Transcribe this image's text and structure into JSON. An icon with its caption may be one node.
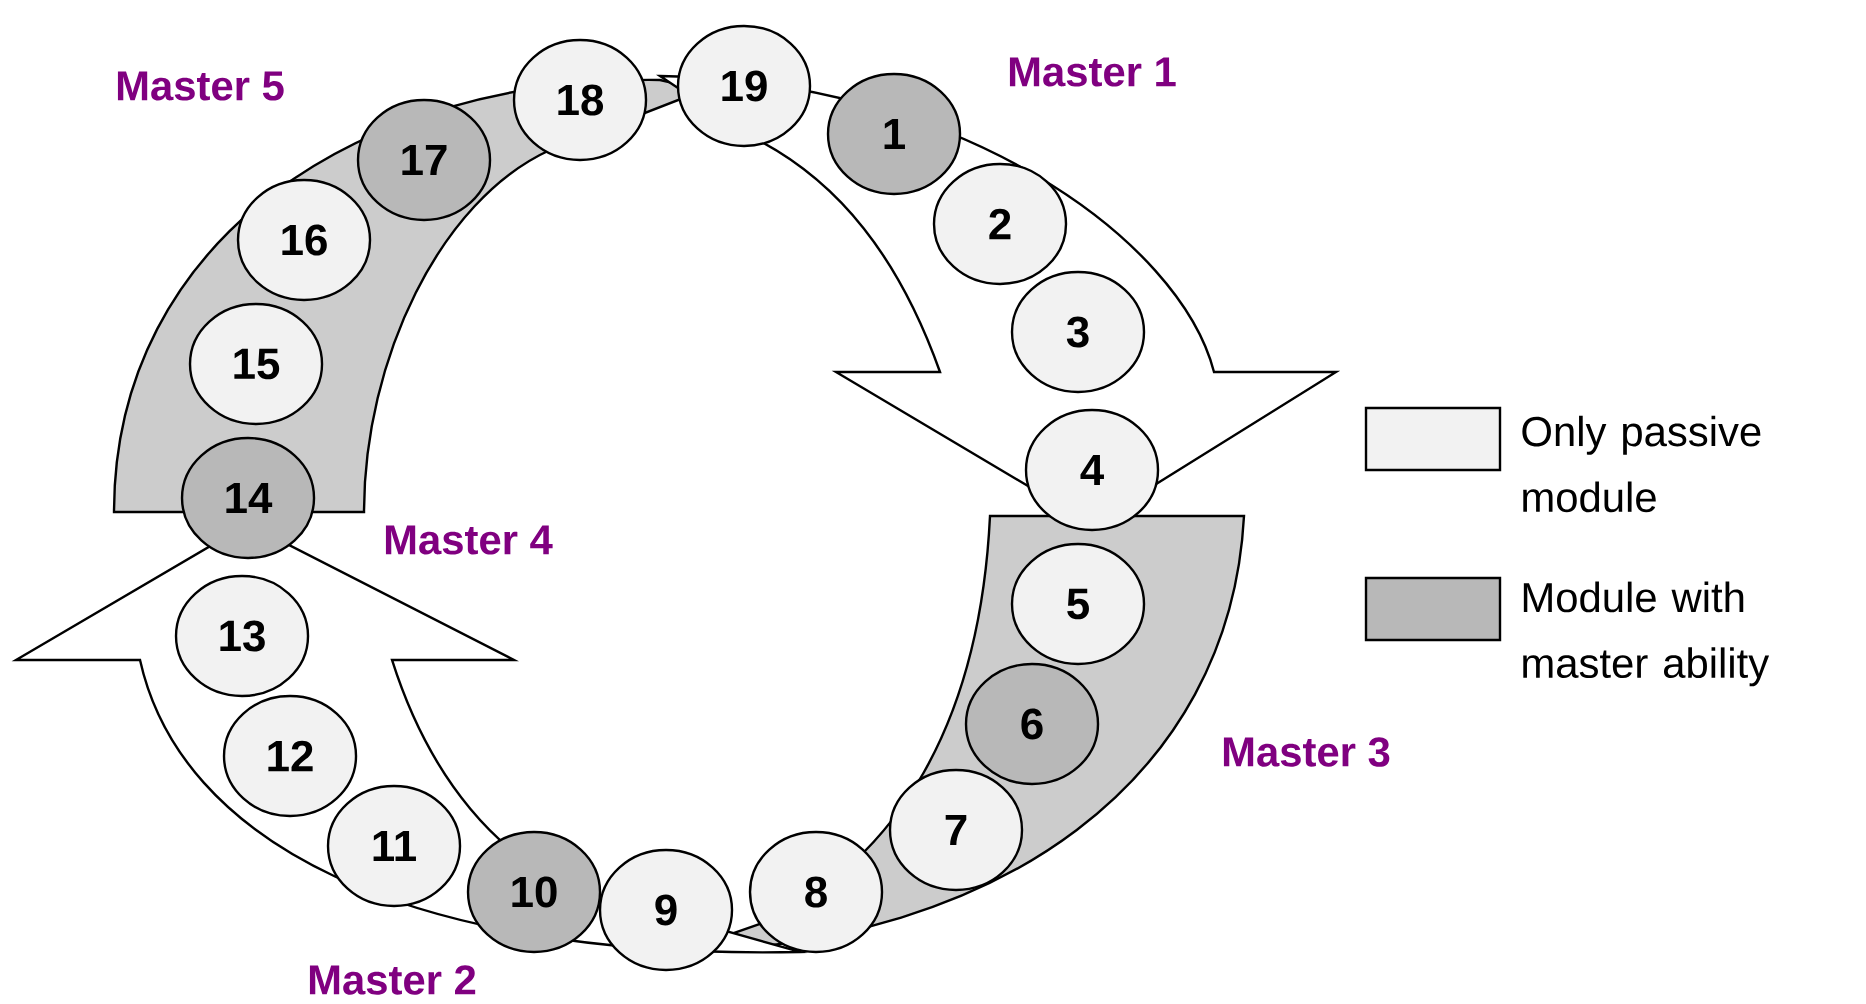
{
  "diagram": {
    "nodes": [
      {
        "text": [
          "1"
        ]
      },
      {
        "text": [
          "2"
        ]
      },
      {
        "text": [
          "3"
        ]
      },
      {
        "text": [
          "4"
        ]
      },
      {
        "text": [
          "5"
        ]
      },
      {
        "text": [
          "6"
        ]
      },
      {
        "text": [
          "7"
        ]
      },
      {
        "text": [
          "8"
        ]
      },
      {
        "text": [
          "9"
        ]
      },
      {
        "text": [
          "10"
        ]
      },
      {
        "text": [
          "11"
        ]
      },
      {
        "text": [
          "12"
        ]
      },
      {
        "text": [
          "13"
        ]
      },
      {
        "text": [
          "14"
        ]
      },
      {
        "text": [
          "15"
        ]
      },
      {
        "text": [
          "16"
        ]
      },
      {
        "text": [
          "17"
        ]
      },
      {
        "text": [
          "18"
        ]
      },
      {
        "text": [
          "19"
        ]
      }
    ],
    "labels": [
      "Master 5",
      "Master 1",
      "Master 4",
      "Master 3",
      "Master 2"
    ],
    "legend": [
      {
        "text": "Only passive module",
        "color": "#f2f2f2"
      },
      {
        "text": "Module with master ability",
        "color": "#b8b8b8"
      }
    ]
  }
}
